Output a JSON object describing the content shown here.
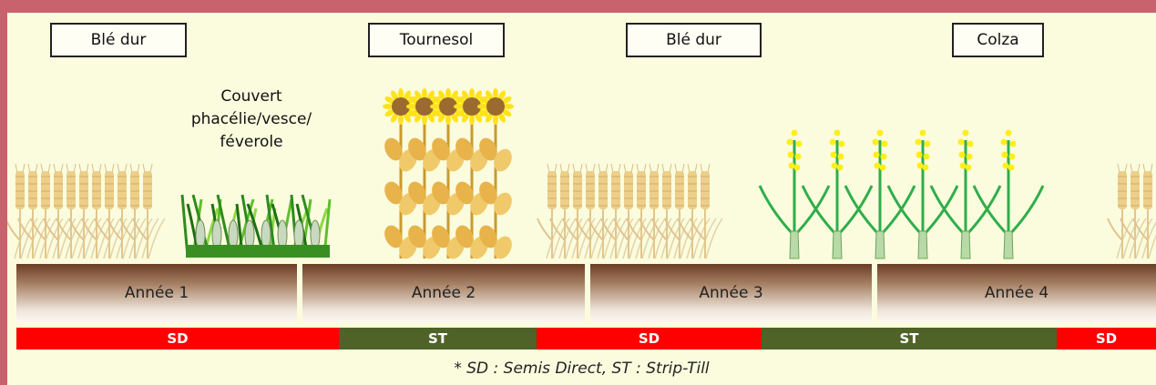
{
  "crops": {
    "c1": "Blé dur",
    "c2": "Tournesol",
    "c3": "Blé dur",
    "c4": "Colza"
  },
  "cover": {
    "line1": "Couvert",
    "line2": "phacélie/vesce/",
    "line3": "féverole"
  },
  "years": {
    "y1": "Année 1",
    "y2": "Année 2",
    "y3": "Année 3",
    "y4": "Année 4"
  },
  "tillage": {
    "b1": "SD",
    "b2": "ST",
    "b3": "SD",
    "b4": "ST",
    "b5": "SD"
  },
  "colors": {
    "sd": "#ff0000",
    "st": "#4f6228",
    "frame": "#c8626c",
    "background": "#fbfcde"
  },
  "footnote": "* SD : Semis Direct, ST : Strip-Till"
}
